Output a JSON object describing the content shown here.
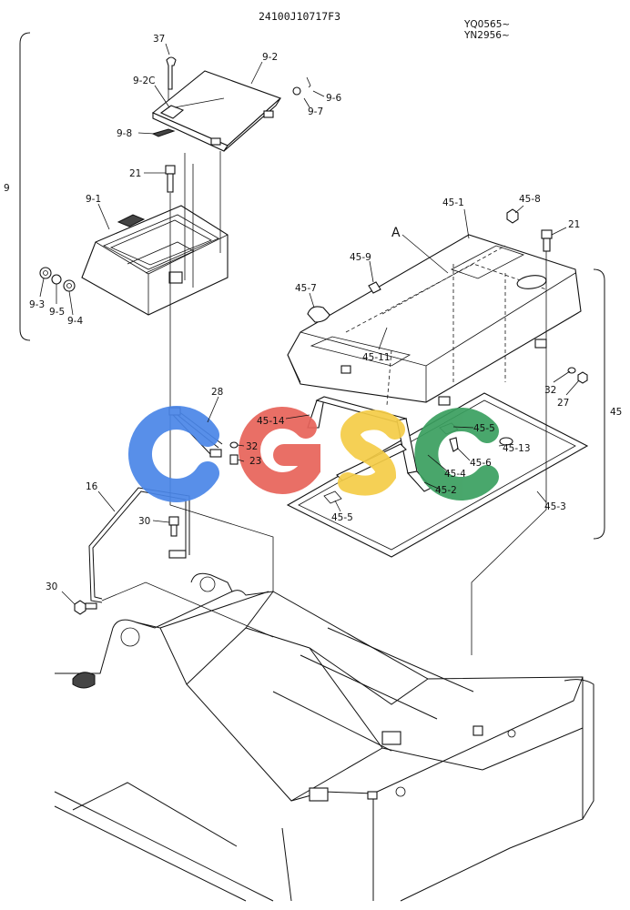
{
  "header": {
    "drawing_number": "24100J10717F3",
    "serial_range_1": "YQ0565~",
    "serial_range_2": "YN2956~"
  },
  "groups": {
    "group_9": "9",
    "group_45": "45"
  },
  "view_marker": "A",
  "callouts": {
    "c37": "37",
    "c9_2": "9-2",
    "c9_2C": "9-2C",
    "c9_6": "9-6",
    "c9_7": "9-7",
    "c9_8": "9-8",
    "c21a": "21",
    "c9_1": "9-1",
    "c9_3": "9-3",
    "c9_5": "9-5",
    "c9_4": "9-4",
    "c45_1": "45-1",
    "c45_8": "45-8",
    "c21b": "21",
    "c45_9": "45-9",
    "c45_7": "45-7",
    "c45_11": "45-11",
    "c32a": "32",
    "c27": "27",
    "c28": "28",
    "c45_14": "45-14",
    "c45_5a": "45-5",
    "c32b": "32",
    "c23": "23",
    "c45_6": "45-6",
    "c45_13": "45-13",
    "c45_4": "45-4",
    "c45_2": "45-2",
    "c45_3": "45-3",
    "c16": "16",
    "c45_5b": "45-5",
    "c30a": "30",
    "c30b": "30"
  },
  "watermark": {
    "text": "CGSC",
    "colors": [
      "#4a86e8",
      "#e8635a",
      "#f5cd47",
      "#3a9f5f"
    ]
  }
}
